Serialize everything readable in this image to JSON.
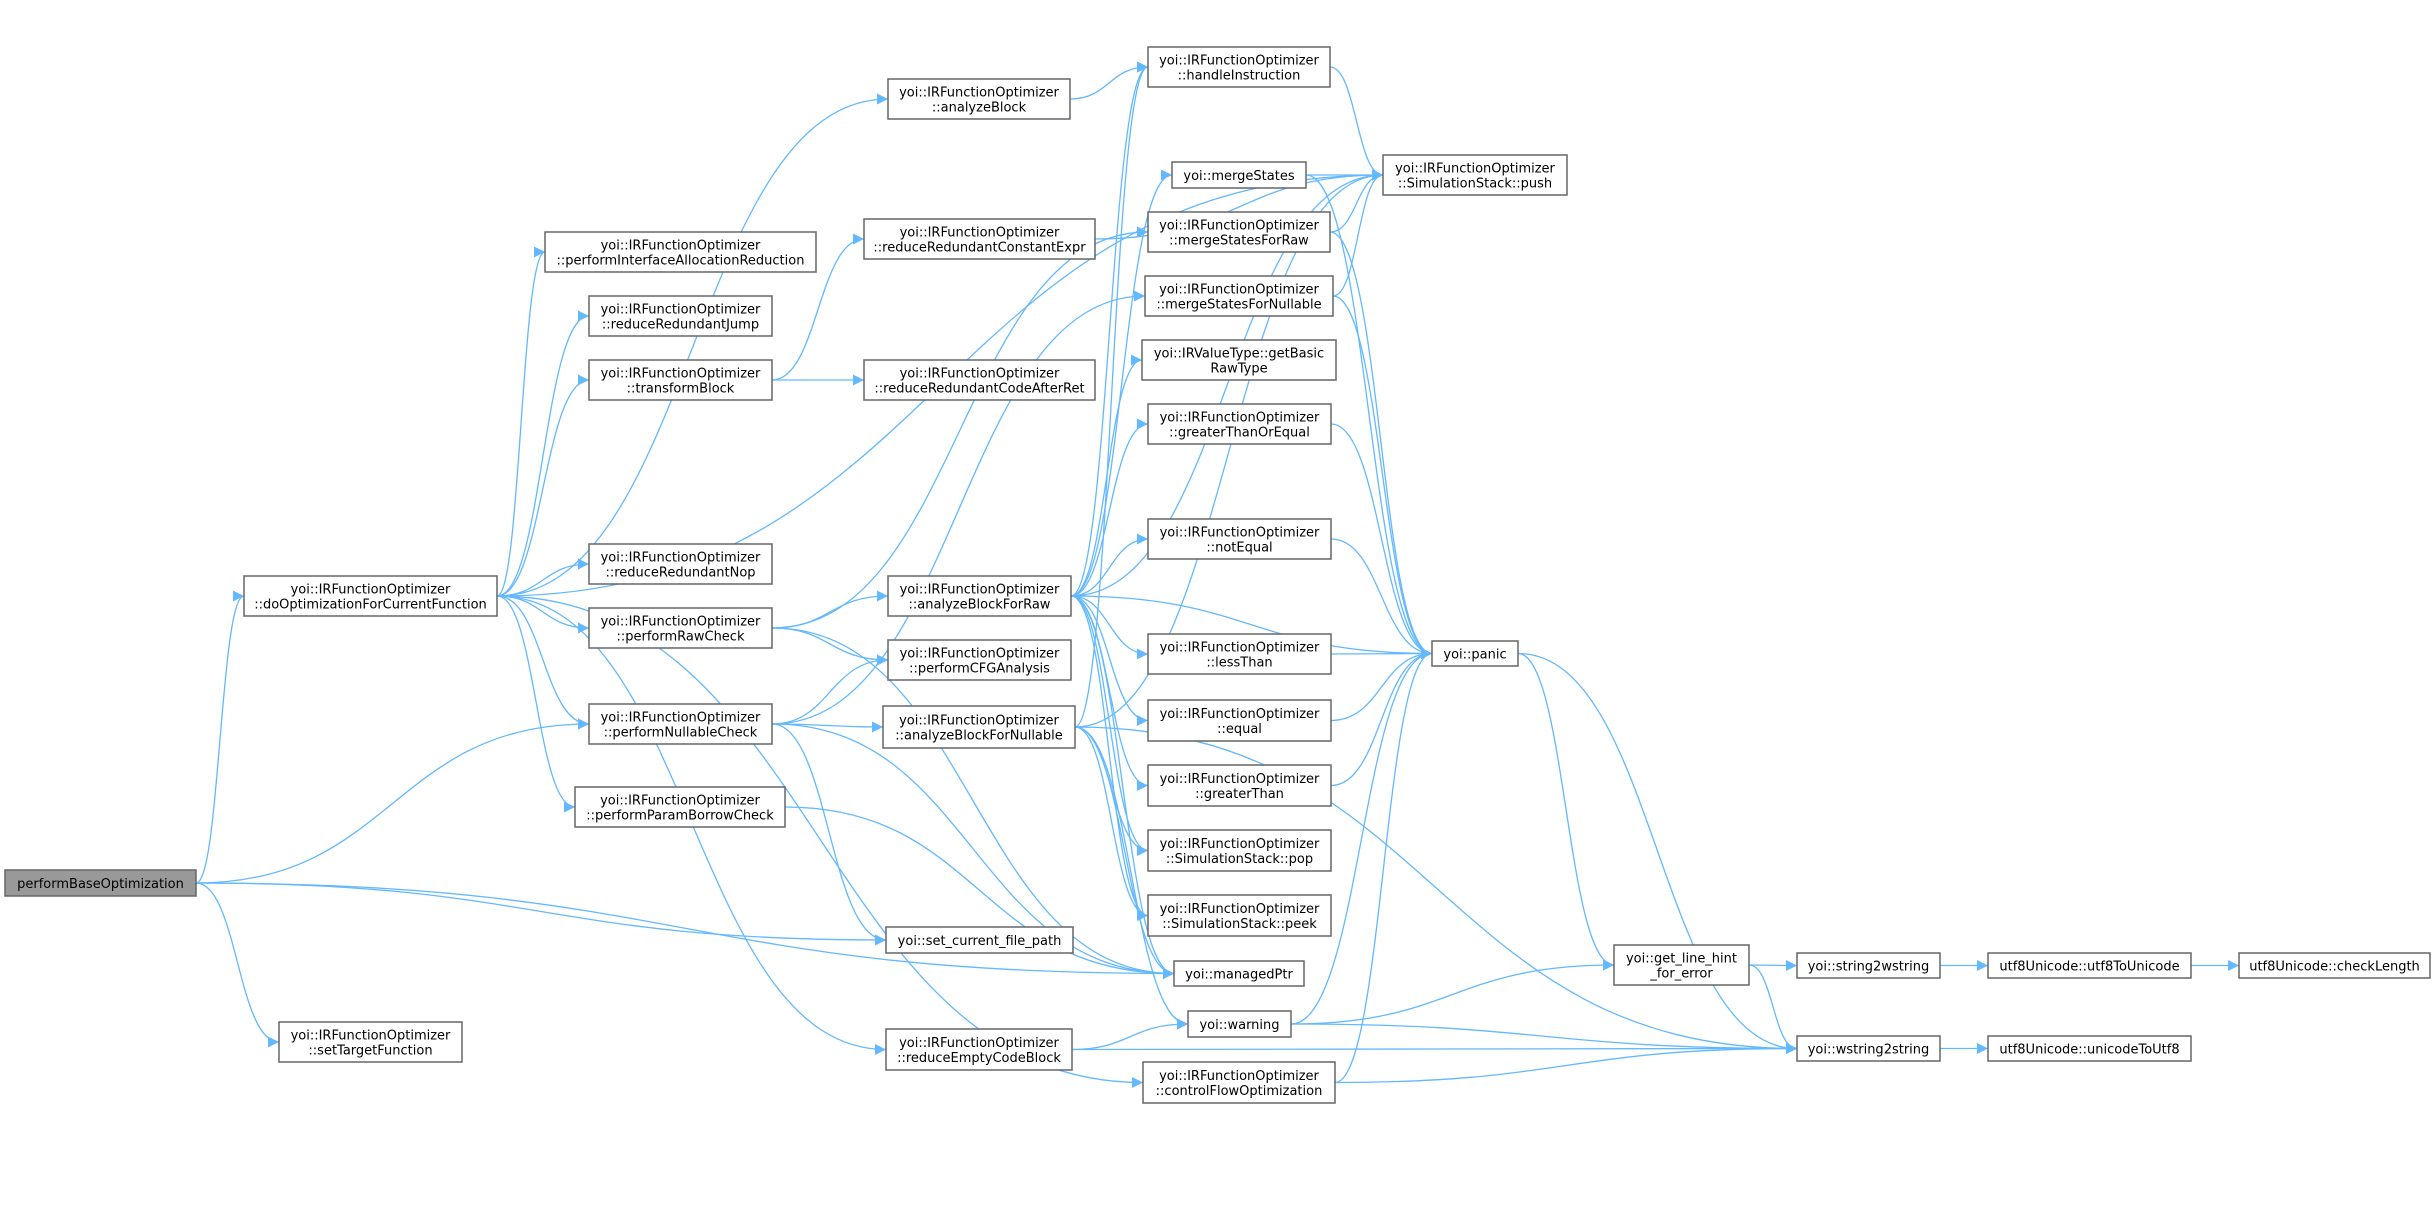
{
  "graph": {
    "root": "performBaseOptimization",
    "edge_color": "#63b8ff",
    "root_fill": "#999999",
    "nodes": [
      {
        "id": "performBaseOptimization",
        "lines": [
          "performBaseOptimization"
        ]
      },
      {
        "id": "doOptimizationForCurrentFunction",
        "lines": [
          "yoi::IRFunctionOptimizer",
          "::doOptimizationForCurrentFunction"
        ]
      },
      {
        "id": "setTargetFunction",
        "lines": [
          "yoi::IRFunctionOptimizer",
          "::setTargetFunction"
        ]
      },
      {
        "id": "analyzeBlock",
        "lines": [
          "yoi::IRFunctionOptimizer",
          "::analyzeBlock"
        ]
      },
      {
        "id": "performInterfaceAllocationReduction",
        "lines": [
          "yoi::IRFunctionOptimizer",
          "::performInterfaceAllocationReduction"
        ]
      },
      {
        "id": "reduceRedundantJump",
        "lines": [
          "yoi::IRFunctionOptimizer",
          "::reduceRedundantJump"
        ]
      },
      {
        "id": "transformBlock",
        "lines": [
          "yoi::IRFunctionOptimizer",
          "::transformBlock"
        ]
      },
      {
        "id": "reduceRedundantNop",
        "lines": [
          "yoi::IRFunctionOptimizer",
          "::reduceRedundantNop"
        ]
      },
      {
        "id": "performRawCheck",
        "lines": [
          "yoi::IRFunctionOptimizer",
          "::performRawCheck"
        ]
      },
      {
        "id": "performNullableCheck",
        "lines": [
          "yoi::IRFunctionOptimizer",
          "::performNullableCheck"
        ]
      },
      {
        "id": "performParamBorrowCheck",
        "lines": [
          "yoi::IRFunctionOptimizer",
          "::performParamBorrowCheck"
        ]
      },
      {
        "id": "set_current_file_path",
        "lines": [
          "yoi::set_current_file_path"
        ]
      },
      {
        "id": "reduceEmptyCodeBlock",
        "lines": [
          "yoi::IRFunctionOptimizer",
          "::reduceEmptyCodeBlock"
        ]
      },
      {
        "id": "reduceRedundantConstantExpr",
        "lines": [
          "yoi::IRFunctionOptimizer",
          "::reduceRedundantConstantExpr"
        ]
      },
      {
        "id": "reduceRedundantCodeAfterRet",
        "lines": [
          "yoi::IRFunctionOptimizer",
          "::reduceRedundantCodeAfterRet"
        ]
      },
      {
        "id": "analyzeBlockForRaw",
        "lines": [
          "yoi::IRFunctionOptimizer",
          "::analyzeBlockForRaw"
        ]
      },
      {
        "id": "performCFGAnalysis",
        "lines": [
          "yoi::IRFunctionOptimizer",
          "::performCFGAnalysis"
        ]
      },
      {
        "id": "analyzeBlockForNullable",
        "lines": [
          "yoi::IRFunctionOptimizer",
          "::analyzeBlockForNullable"
        ]
      },
      {
        "id": "handleInstruction",
        "lines": [
          "yoi::IRFunctionOptimizer",
          "::handleInstruction"
        ]
      },
      {
        "id": "push",
        "lines": [
          "yoi::IRFunctionOptimizer",
          "::SimulationStack::push"
        ]
      },
      {
        "id": "mergeStates",
        "lines": [
          "yoi::mergeStates"
        ]
      },
      {
        "id": "mergeStatesForRaw",
        "lines": [
          "yoi::IRFunctionOptimizer",
          "::mergeStatesForRaw"
        ]
      },
      {
        "id": "mergeStatesForNullable",
        "lines": [
          "yoi::IRFunctionOptimizer",
          "::mergeStatesForNullable"
        ]
      },
      {
        "id": "getBasicRawType",
        "lines": [
          "yoi::IRValueType::getBasic",
          "RawType"
        ]
      },
      {
        "id": "greaterThanOrEqual",
        "lines": [
          "yoi::IRFunctionOptimizer",
          "::greaterThanOrEqual"
        ]
      },
      {
        "id": "notEqual",
        "lines": [
          "yoi::IRFunctionOptimizer",
          "::notEqual"
        ]
      },
      {
        "id": "lessThan",
        "lines": [
          "yoi::IRFunctionOptimizer",
          "::lessThan"
        ]
      },
      {
        "id": "equal",
        "lines": [
          "yoi::IRFunctionOptimizer",
          "::equal"
        ]
      },
      {
        "id": "greaterThan",
        "lines": [
          "yoi::IRFunctionOptimizer",
          "::greaterThan"
        ]
      },
      {
        "id": "pop",
        "lines": [
          "yoi::IRFunctionOptimizer",
          "::SimulationStack::pop"
        ]
      },
      {
        "id": "peek",
        "lines": [
          "yoi::IRFunctionOptimizer",
          "::SimulationStack::peek"
        ]
      },
      {
        "id": "managedPtr",
        "lines": [
          "yoi::managedPtr"
        ]
      },
      {
        "id": "warning",
        "lines": [
          "yoi::warning"
        ]
      },
      {
        "id": "controlFlowOptimization",
        "lines": [
          "yoi::IRFunctionOptimizer",
          "::controlFlowOptimization"
        ]
      },
      {
        "id": "panic",
        "lines": [
          "yoi::panic"
        ]
      },
      {
        "id": "get_line_hint_for_error",
        "lines": [
          "yoi::get_line_hint",
          "_for_error"
        ]
      },
      {
        "id": "string2wstring",
        "lines": [
          "yoi::string2wstring"
        ]
      },
      {
        "id": "wstring2string",
        "lines": [
          "yoi::wstring2string"
        ]
      },
      {
        "id": "utf8ToUnicode",
        "lines": [
          "utf8Unicode::utf8ToUnicode"
        ]
      },
      {
        "id": "checkLength",
        "lines": [
          "utf8Unicode::checkLength"
        ]
      },
      {
        "id": "unicodeToUtf8",
        "lines": [
          "utf8Unicode::unicodeToUtf8"
        ]
      }
    ],
    "edges": [
      [
        "performBaseOptimization",
        "doOptimizationForCurrentFunction"
      ],
      [
        "performBaseOptimization",
        "performNullableCheck"
      ],
      [
        "performBaseOptimization",
        "set_current_file_path"
      ],
      [
        "performBaseOptimization",
        "managedPtr"
      ],
      [
        "performBaseOptimization",
        "setTargetFunction"
      ],
      [
        "doOptimizationForCurrentFunction",
        "analyzeBlock"
      ],
      [
        "doOptimizationForCurrentFunction",
        "performInterfaceAllocationReduction"
      ],
      [
        "doOptimizationForCurrentFunction",
        "reduceRedundantJump"
      ],
      [
        "doOptimizationForCurrentFunction",
        "transformBlock"
      ],
      [
        "doOptimizationForCurrentFunction",
        "reduceRedundantNop"
      ],
      [
        "doOptimizationForCurrentFunction",
        "performRawCheck"
      ],
      [
        "doOptimizationForCurrentFunction",
        "performNullableCheck"
      ],
      [
        "doOptimizationForCurrentFunction",
        "performParamBorrowCheck"
      ],
      [
        "doOptimizationForCurrentFunction",
        "reduceEmptyCodeBlock"
      ],
      [
        "doOptimizationForCurrentFunction",
        "controlFlowOptimization"
      ],
      [
        "doOptimizationForCurrentFunction",
        "push"
      ],
      [
        "analyzeBlock",
        "handleInstruction"
      ],
      [
        "transformBlock",
        "reduceRedundantConstantExpr"
      ],
      [
        "transformBlock",
        "reduceRedundantCodeAfterRet"
      ],
      [
        "reduceRedundantConstantExpr",
        "push"
      ],
      [
        "performRawCheck",
        "analyzeBlockForRaw"
      ],
      [
        "performRawCheck",
        "performCFGAnalysis"
      ],
      [
        "performRawCheck",
        "mergeStatesForRaw"
      ],
      [
        "performRawCheck",
        "managedPtr"
      ],
      [
        "performNullableCheck",
        "analyzeBlockForNullable"
      ],
      [
        "performNullableCheck",
        "performCFGAnalysis"
      ],
      [
        "performNullableCheck",
        "mergeStatesForNullable"
      ],
      [
        "performNullableCheck",
        "set_current_file_path"
      ],
      [
        "performNullableCheck",
        "managedPtr"
      ],
      [
        "performParamBorrowCheck",
        "managedPtr"
      ],
      [
        "reduceEmptyCodeBlock",
        "warning"
      ],
      [
        "reduceEmptyCodeBlock",
        "wstring2string"
      ],
      [
        "analyzeBlockForRaw",
        "handleInstruction"
      ],
      [
        "analyzeBlockForRaw",
        "push"
      ],
      [
        "analyzeBlockForRaw",
        "mergeStates"
      ],
      [
        "analyzeBlockForRaw",
        "getBasicRawType"
      ],
      [
        "analyzeBlockForRaw",
        "greaterThanOrEqual"
      ],
      [
        "analyzeBlockForRaw",
        "notEqual"
      ],
      [
        "analyzeBlockForRaw",
        "lessThan"
      ],
      [
        "analyzeBlockForRaw",
        "equal"
      ],
      [
        "analyzeBlockForRaw",
        "greaterThan"
      ],
      [
        "analyzeBlockForRaw",
        "pop"
      ],
      [
        "analyzeBlockForRaw",
        "peek"
      ],
      [
        "analyzeBlockForRaw",
        "panic"
      ],
      [
        "analyzeBlockForRaw",
        "managedPtr"
      ],
      [
        "analyzeBlockForNullable",
        "handleInstruction"
      ],
      [
        "analyzeBlockForNullable",
        "push"
      ],
      [
        "analyzeBlockForNullable",
        "pop"
      ],
      [
        "analyzeBlockForNullable",
        "peek"
      ],
      [
        "analyzeBlockForNullable",
        "managedPtr"
      ],
      [
        "analyzeBlockForNullable",
        "warning"
      ],
      [
        "analyzeBlockForNullable",
        "wstring2string"
      ],
      [
        "handleInstruction",
        "push"
      ],
      [
        "mergeStates",
        "push"
      ],
      [
        "mergeStates",
        "panic"
      ],
      [
        "mergeStatesForRaw",
        "push"
      ],
      [
        "mergeStatesForRaw",
        "panic"
      ],
      [
        "mergeStatesForNullable",
        "push"
      ],
      [
        "mergeStatesForNullable",
        "panic"
      ],
      [
        "greaterThanOrEqual",
        "panic"
      ],
      [
        "notEqual",
        "panic"
      ],
      [
        "lessThan",
        "panic"
      ],
      [
        "equal",
        "panic"
      ],
      [
        "greaterThan",
        "panic"
      ],
      [
        "warning",
        "panic"
      ],
      [
        "warning",
        "get_line_hint_for_error"
      ],
      [
        "warning",
        "wstring2string"
      ],
      [
        "controlFlowOptimization",
        "panic"
      ],
      [
        "controlFlowOptimization",
        "wstring2string"
      ],
      [
        "panic",
        "get_line_hint_for_error"
      ],
      [
        "panic",
        "wstring2string"
      ],
      [
        "get_line_hint_for_error",
        "string2wstring"
      ],
      [
        "get_line_hint_for_error",
        "wstring2string"
      ],
      [
        "string2wstring",
        "utf8ToUnicode"
      ],
      [
        "utf8ToUnicode",
        "checkLength"
      ],
      [
        "wstring2string",
        "unicodeToUtf8"
      ]
    ]
  }
}
